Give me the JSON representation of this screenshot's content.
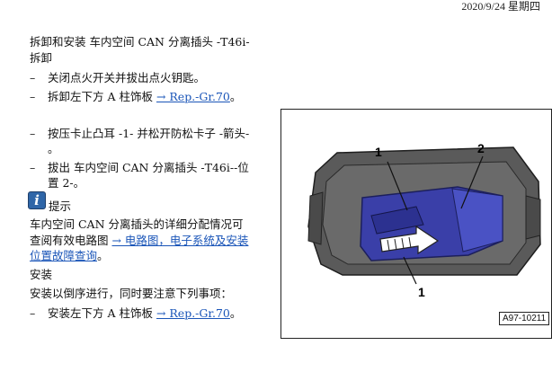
{
  "header": {
    "date": "2020/9/24 星期四"
  },
  "section": {
    "title_line1": "拆卸和安装  车内空间  CAN 分离插头  -T46i-",
    "title_line2": "拆卸"
  },
  "removal_steps": [
    {
      "bullet": "–",
      "text": "关闭点火开关并拔出点火钥匙。"
    },
    {
      "bullet": "–",
      "text": "拆卸左下方  A 柱饰板 ",
      "link": "→ Rep.-Gr.70",
      "suffix": "。"
    },
    {
      "bullet": "–",
      "text": "按压卡止凸耳  -1- 并松开防松卡子  -箭头-",
      "cont": "。"
    },
    {
      "bullet": "–",
      "text": "拔出  车内空间  CAN 分离插头  -T46i--位",
      "cont": "置  2-。"
    }
  ],
  "hint": {
    "icon": "i",
    "label": "提示",
    "line1": "车内空间  CAN 分离插头的详细分配情况可",
    "line2_text": "查阅有效电路图 ",
    "line2_link": "→ 电路图，电子系统及安装",
    "line3_link": "位置故障查询",
    "line3_suffix": "。"
  },
  "install": {
    "title": "安装",
    "intro": "安装以倒序进行，同时要注意下列事项：",
    "step": {
      "bullet": "–",
      "text": "安装左下方  A 柱饰板 ",
      "link": "→ Rep.-Gr.70",
      "suffix": "。"
    }
  },
  "figure": {
    "callouts": [
      "1",
      "2",
      "1"
    ],
    "code": "A97-10211",
    "colors": {
      "connector": "#3a3fa8",
      "housing": "#4a4a4a",
      "arrow": "#ffffff"
    }
  }
}
